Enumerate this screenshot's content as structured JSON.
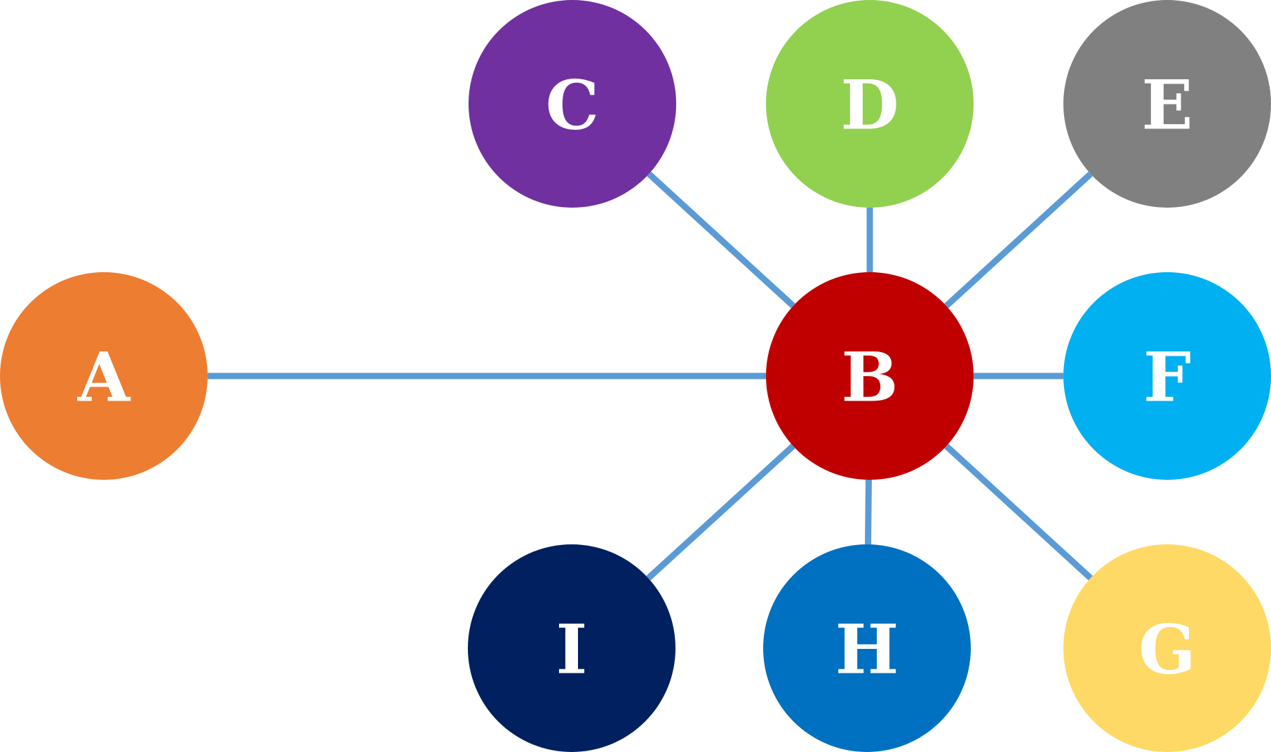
{
  "diagram": {
    "type": "star-graph",
    "edge_color": "#5B9BD5",
    "nodes": [
      {
        "id": "A",
        "label": "A",
        "color": "#ED7D31"
      },
      {
        "id": "B",
        "label": "B",
        "color": "#C00000"
      },
      {
        "id": "C",
        "label": "C",
        "color": "#7030A0"
      },
      {
        "id": "D",
        "label": "D",
        "color": "#92D050"
      },
      {
        "id": "E",
        "label": "E",
        "color": "#808080"
      },
      {
        "id": "F",
        "label": "F",
        "color": "#00B0F0"
      },
      {
        "id": "G",
        "label": "G",
        "color": "#FFD966"
      },
      {
        "id": "H",
        "label": "H",
        "color": "#0070C0"
      },
      {
        "id": "I",
        "label": "I",
        "color": "#002060"
      }
    ],
    "edges": [
      {
        "from": "B",
        "to": "A"
      },
      {
        "from": "B",
        "to": "C"
      },
      {
        "from": "B",
        "to": "D"
      },
      {
        "from": "B",
        "to": "E"
      },
      {
        "from": "B",
        "to": "F"
      },
      {
        "from": "B",
        "to": "G"
      },
      {
        "from": "B",
        "to": "H"
      },
      {
        "from": "B",
        "to": "I"
      }
    ]
  }
}
